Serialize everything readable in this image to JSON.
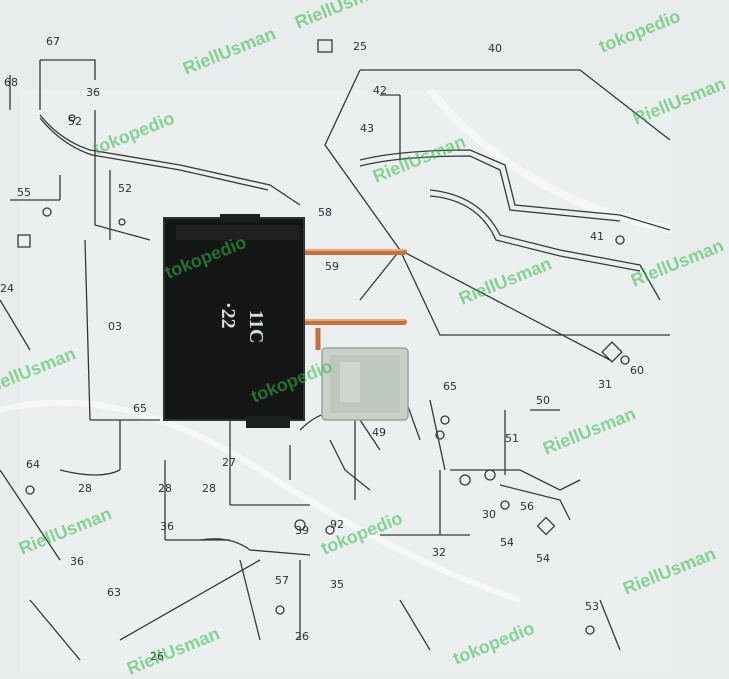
{
  "photo": {
    "component_marking": {
      "line1": "11C",
      "line2": "·22"
    },
    "part_numbers": [
      "67",
      "68",
      "36",
      "52",
      "55",
      "52",
      "58",
      "59",
      "25",
      "40",
      "42",
      "43",
      "41",
      "60",
      "31",
      "03",
      "65",
      "27",
      "28",
      "28",
      "28",
      "36",
      "64",
      "49",
      "65",
      "50",
      "51",
      "56",
      "54",
      "32",
      "30",
      "54",
      "39",
      "92",
      "36",
      "57",
      "35",
      "63",
      "26",
      "53",
      "26",
      "24"
    ],
    "watermarks": [
      "RiellUsman",
      "tokopedio",
      "tokopedio",
      "RiellUsman",
      "RiellUsman",
      "RiellUsman",
      "tokopedio",
      "RiellUsman",
      "tokopedio",
      "RiellUsman",
      "RiellUsman",
      "RiellUsman",
      "RiellUsman",
      "tokopedio",
      "RiellUsman",
      "tokopedio",
      "RiellUsman"
    ],
    "colors": {
      "paper": "#e9ecec",
      "component": "#1a1c1c",
      "pin": "#d9824c",
      "insulator": "#c9d0c9",
      "watermark": "#2dbe41"
    }
  }
}
